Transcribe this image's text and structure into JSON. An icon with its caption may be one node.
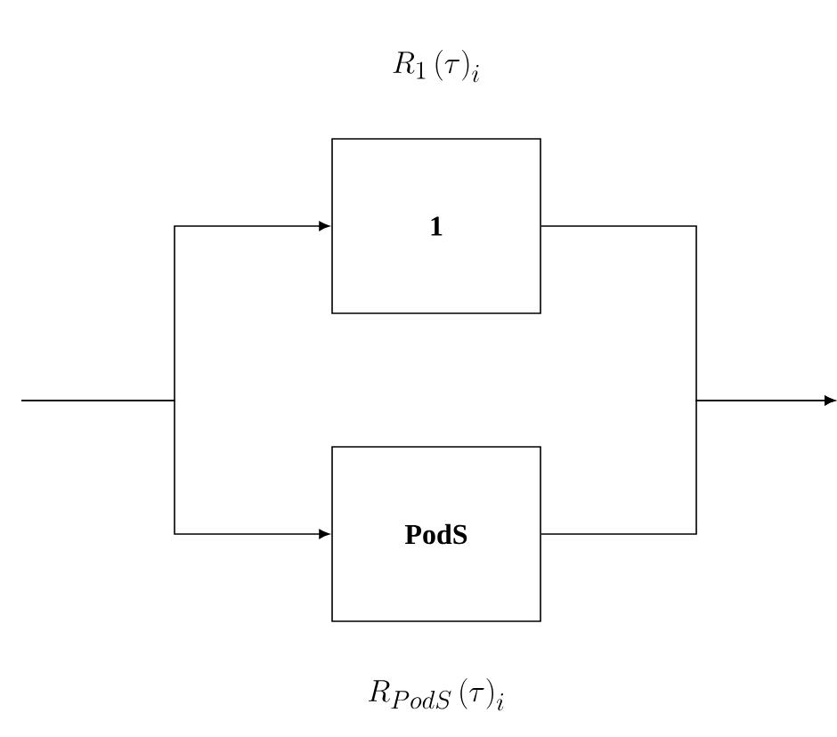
{
  "diagram": {
    "nodes": [
      {
        "text": [
          "1"
        ],
        "beside": [
          "R_{1}\\left(\\tau\\right)_{i}"
        ]
      },
      {
        "text": [
          "PodS"
        ],
        "beside": [
          "R_{PodS}\\left(\\tau\\right)_{i}"
        ]
      }
    ],
    "edges": [
      {
        "from": null,
        "to": 0,
        "arrow": "to"
      },
      {
        "from": null,
        "to": 1,
        "arrow": "to"
      },
      {
        "from": 0,
        "to": null,
        "arrow": "to"
      },
      {
        "from": 1,
        "to": null,
        "arrow": "to"
      }
    ]
  }
}
